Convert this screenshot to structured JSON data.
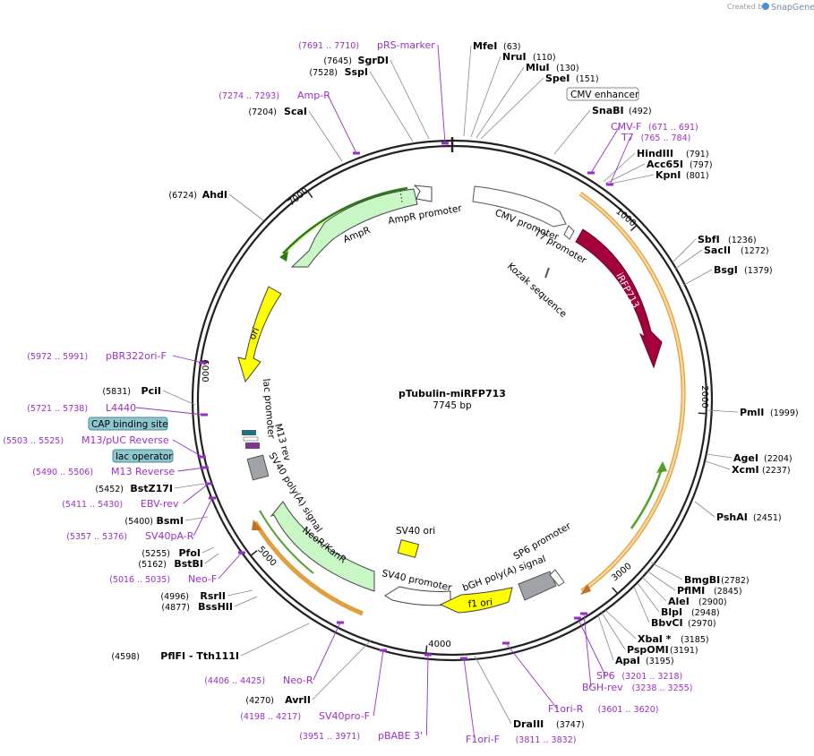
{
  "credit": {
    "prefix": "Created by",
    "brand": "SnapGene"
  },
  "plasmid": {
    "name": "pTubulin-miRFP713",
    "size": "7745 bp",
    "length": 7745
  },
  "ticks": [
    {
      "bp": 1000,
      "label": "1000"
    },
    {
      "bp": 2000,
      "label": "2000"
    },
    {
      "bp": 3000,
      "label": "3000"
    },
    {
      "bp": 4000,
      "label": "4000"
    },
    {
      "bp": 5000,
      "label": "5000"
    },
    {
      "bp": 6000,
      "label": "6000"
    },
    {
      "bp": 7000,
      "label": "7000"
    }
  ],
  "enzymes": [
    {
      "name": "MfeI",
      "pos": "(63)"
    },
    {
      "name": "NruI",
      "pos": "(110)"
    },
    {
      "name": "MluI",
      "pos": "(130)"
    },
    {
      "name": "SpeI",
      "pos": "(151)"
    },
    {
      "name": "SnaBI",
      "pos": "(492)"
    },
    {
      "name": "HindIII",
      "pos": "(791)"
    },
    {
      "name": "Acc65I",
      "pos": "(797)"
    },
    {
      "name": "KpnI",
      "pos": "(801)"
    },
    {
      "name": "SbfI",
      "pos": "(1236)"
    },
    {
      "name": "SacII",
      "pos": "(1272)"
    },
    {
      "name": "BsgI",
      "pos": "(1379)"
    },
    {
      "name": "PmlI",
      "pos": "(1999)"
    },
    {
      "name": "AgeI",
      "pos": "(2204)"
    },
    {
      "name": "XcmI",
      "pos": "(2237)"
    },
    {
      "name": "PshAI",
      "pos": "(2451)"
    },
    {
      "name": "BmgBI",
      "pos": "(2782)"
    },
    {
      "name": "PflMI",
      "pos": "(2845)"
    },
    {
      "name": "AleI",
      "pos": "(2900)"
    },
    {
      "name": "BlpI",
      "pos": "(2948)"
    },
    {
      "name": "BbvCI",
      "pos": "(2970)"
    },
    {
      "name": "XbaI *",
      "pos": "(3185)"
    },
    {
      "name": "PspOMI",
      "pos": "(3191)"
    },
    {
      "name": "ApaI",
      "pos": "(3195)"
    },
    {
      "name": "DraIII",
      "pos": "(3747)"
    },
    {
      "name": "AvrII",
      "pos": "(4270)"
    },
    {
      "name": "PflFI - Tth111I",
      "pos": "(4598)"
    },
    {
      "name": "BssHII",
      "pos": "(4877)"
    },
    {
      "name": "RsrII",
      "pos": "(4996)"
    },
    {
      "name": "BstBI",
      "pos": "(5162)"
    },
    {
      "name": "PfoI",
      "pos": "(5255)"
    },
    {
      "name": "BsmI",
      "pos": "(5400)"
    },
    {
      "name": "BstZ17I",
      "pos": "(5452)"
    },
    {
      "name": "PciI",
      "pos": "(5831)"
    },
    {
      "name": "AhdI",
      "pos": "(6724)"
    },
    {
      "name": "ScaI",
      "pos": "(7204)"
    },
    {
      "name": "SspI",
      "pos": "(7528)"
    },
    {
      "name": "SgrDI",
      "pos": "(7645)"
    }
  ],
  "primers": [
    {
      "name": "pRS-marker",
      "range": "(7691 .. 7710)"
    },
    {
      "name": "Amp-R",
      "range": "(7274 .. 7293)"
    },
    {
      "name": "CMV-F",
      "range": "(671 .. 691)"
    },
    {
      "name": "T7",
      "range": "(765 .. 784)"
    },
    {
      "name": "pBR322ori-F",
      "range": "(5972 .. 5991)"
    },
    {
      "name": "L4440",
      "range": "(5721 .. 5738)"
    },
    {
      "name": "M13/pUC Reverse",
      "range": "(5503 .. 5525)"
    },
    {
      "name": "M13 Reverse",
      "range": "(5490 .. 5506)"
    },
    {
      "name": "EBV-rev",
      "range": "(5411 .. 5430)"
    },
    {
      "name": "SV40pA-R",
      "range": "(5357 .. 5376)"
    },
    {
      "name": "Neo-F",
      "range": "(5016 .. 5035)"
    },
    {
      "name": "Neo-R",
      "range": "(4406 .. 4425)"
    },
    {
      "name": "SV40pro-F",
      "range": "(4198 .. 4217)"
    },
    {
      "name": "pBABE 3'",
      "range": "(3951 .. 3971)"
    },
    {
      "name": "F1ori-F",
      "range": "(3811 .. 3832)"
    },
    {
      "name": "F1ori-R",
      "range": "(3601 .. 3620)"
    },
    {
      "name": "SP6",
      "range": "(3201 .. 3218)"
    },
    {
      "name": "BGH-rev",
      "range": "(3238 .. 3255)"
    }
  ],
  "boxed_features": [
    {
      "label": "CMV enhancer",
      "style": "white"
    },
    {
      "label": "CAP binding site",
      "style": "teal"
    },
    {
      "label": "lac operator",
      "style": "teal"
    }
  ],
  "features": [
    {
      "label": "CMV promoter",
      "color": "#ffffff"
    },
    {
      "label": "T7 promoter",
      "color": "#ffffff"
    },
    {
      "label": "Kozak sequence",
      "color": "#ffffff"
    },
    {
      "label": "iRFP713",
      "color": "#a3003c"
    },
    {
      "label": "AmpR",
      "color": "#c8f7c5"
    },
    {
      "label": "AmpR promoter",
      "color": "#ffffff"
    },
    {
      "label": "ori",
      "color": "#ffff00"
    },
    {
      "label": "lac promoter",
      "color": "#ffffff"
    },
    {
      "label": "M13 rev",
      "color": "#ffffff"
    },
    {
      "label": "SV40 poly(A) signal",
      "color": "#a0a3a8"
    },
    {
      "label": "NeoR/KanR",
      "color": "#c8f7c5"
    },
    {
      "label": "SV40 ori",
      "color": "#ffff00"
    },
    {
      "label": "SV40 promoter",
      "color": "#ffffff"
    },
    {
      "label": "f1 ori",
      "color": "#ffff00"
    },
    {
      "label": "bGH poly(A) signal",
      "color": "#a0a3a8"
    },
    {
      "label": "SP6 promoter",
      "color": "#ffffff"
    }
  ],
  "colors": {
    "primer": "#9a2fc8",
    "orf": "#f4b25a",
    "orf_inner": "#52a02a",
    "backbone": "#222222"
  }
}
